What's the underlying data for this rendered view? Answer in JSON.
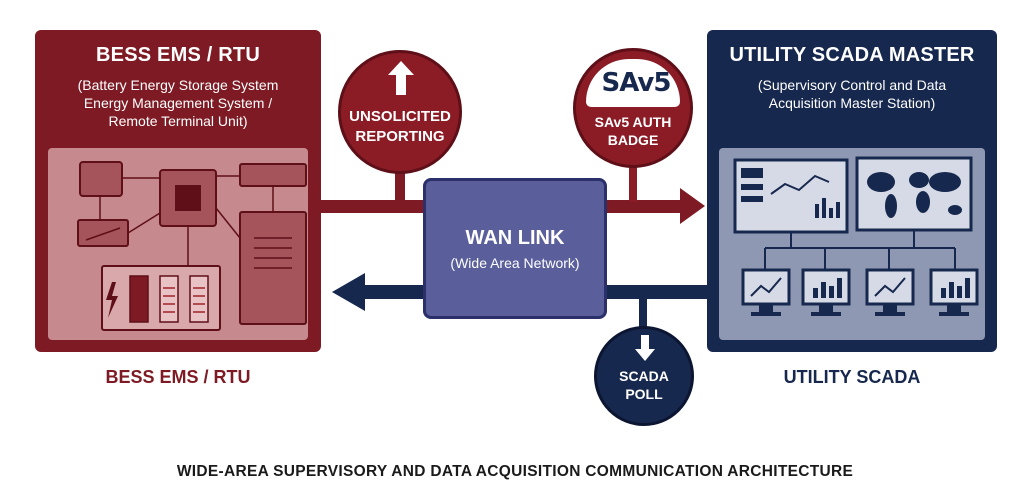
{
  "left_panel": {
    "title": "BESS EMS / RTU",
    "subtitle_lines": [
      "(Battery Energy Storage System",
      "Energy Management System /",
      "Remote Terminal Unit)"
    ],
    "caption": "BESS EMS / RTU"
  },
  "right_panel": {
    "title": "UTILITY SCADA MASTER",
    "subtitle_lines": [
      "(Supervisory Control and Data",
      "Acquisition Master Station)"
    ],
    "caption": "UTILITY SCADA"
  },
  "wan": {
    "title": "WAN LINK",
    "subtitle": "(Wide Area Network)"
  },
  "unsolicited": {
    "lines": [
      "UNSOLICITED",
      "REPORTING"
    ]
  },
  "badge": {
    "logo": "SAv5",
    "lines": [
      "SAv5 AUTH",
      "BADGE"
    ]
  },
  "poll": {
    "lines": [
      "SCADA",
      "POLL"
    ]
  },
  "footer": "WIDE-AREA SUPERVISORY AND DATA ACQUISITION COMMUNICATION ARCHITECTURE",
  "colors": {
    "red": "#7d1a23",
    "navy": "#17284e",
    "wan": "#5a5f9c"
  }
}
